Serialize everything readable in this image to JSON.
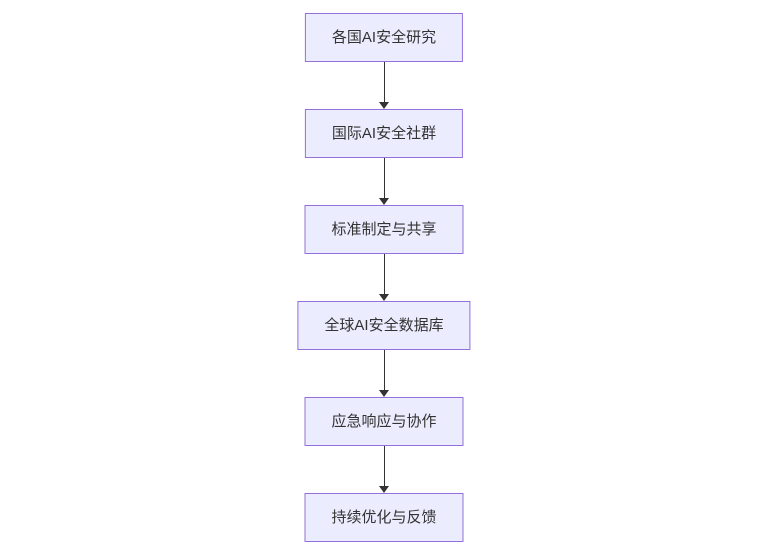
{
  "diagram": {
    "type": "flowchart",
    "direction": "top-to-bottom",
    "nodes": [
      {
        "label": "各国AI安全研究"
      },
      {
        "label": "国际AI安全社群"
      },
      {
        "label": "标准制定与共享"
      },
      {
        "label": "全球AI安全数据库"
      },
      {
        "label": "应急响应与协作"
      },
      {
        "label": "持续优化与反馈"
      }
    ],
    "edges": [
      {
        "from": "各国AI安全研究",
        "to": "国际AI安全社群",
        "arrow": "down"
      },
      {
        "from": "国际AI安全社群",
        "to": "标准制定与共享",
        "arrow": "down"
      },
      {
        "from": "标准制定与共享",
        "to": "全球AI安全数据库",
        "arrow": "down"
      },
      {
        "from": "全球AI安全数据库",
        "to": "应急响应与协作",
        "arrow": "down"
      },
      {
        "from": "应急响应与协作",
        "to": "持续优化与反馈",
        "arrow": "down"
      }
    ],
    "colors": {
      "background": "#ffffff",
      "node_fill": "#ececff",
      "node_border": "#9370db",
      "text": "#333333",
      "arrow": "#333333"
    }
  }
}
